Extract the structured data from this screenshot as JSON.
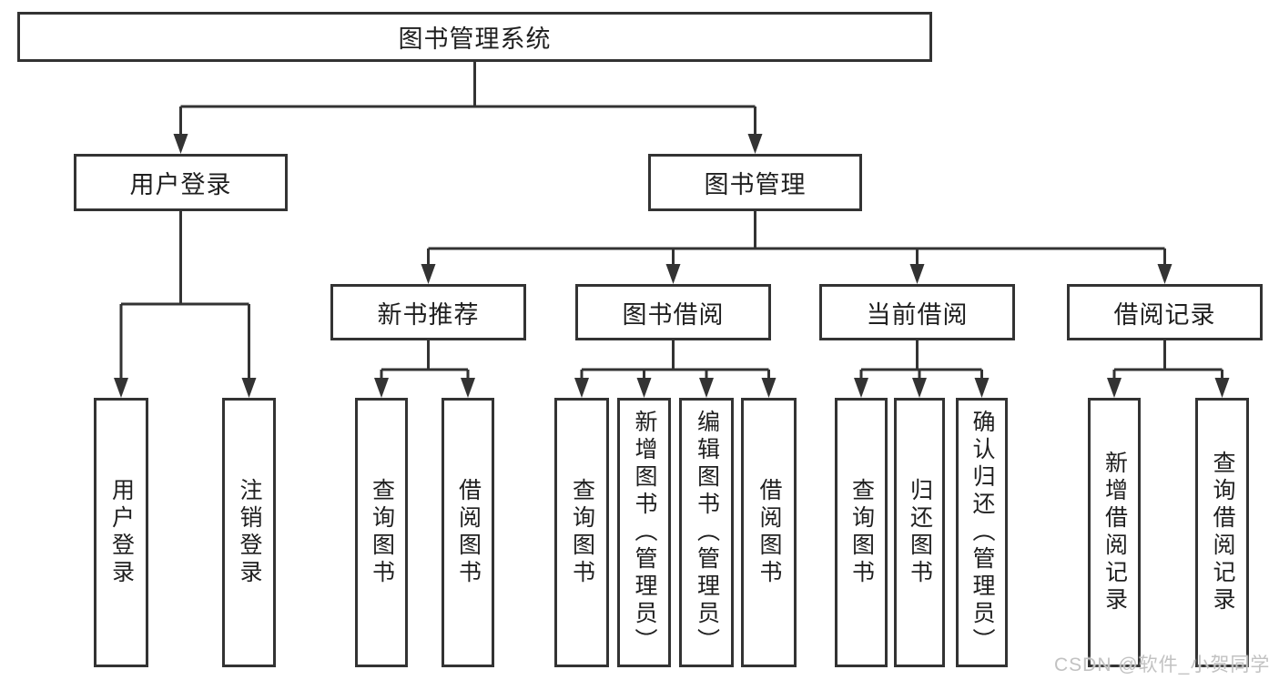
{
  "diagram": {
    "root_label": "图书管理系统",
    "branches": [
      {
        "label": "用户登录",
        "leaves": [
          "用户登录",
          "注销登录"
        ]
      },
      {
        "label": "图书管理",
        "groups": [
          {
            "label": "新书推荐",
            "leaves": [
              "查询图书",
              "借阅图书"
            ]
          },
          {
            "label": "图书借阅",
            "leaves": [
              "查询图书",
              "新增图书（管理员）",
              "编辑图书（管理员）",
              "借阅图书"
            ]
          },
          {
            "label": "当前借阅",
            "leaves": [
              "查询图书",
              "归还图书",
              "确认归还（管理员）"
            ]
          },
          {
            "label": "借阅记录",
            "leaves": [
              "新增借阅记录",
              "查询借阅记录"
            ]
          }
        ]
      }
    ]
  },
  "watermark": "CSDN @软件_小贺同学",
  "colors": {
    "line": "#333333",
    "text": "#1f1f1f",
    "box_bg": "#ffffff",
    "watermark": "#c2c2c2"
  }
}
